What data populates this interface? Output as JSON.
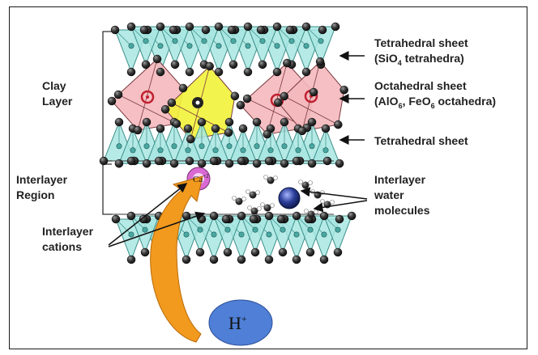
{
  "labels": {
    "clay_layer": [
      "Clay",
      "Layer"
    ],
    "interlayer_region": [
      "Interlayer",
      "Region"
    ],
    "interlayer_cations": [
      "Interlayer",
      "cations"
    ],
    "tetrahedral_top": [
      "Tetrahedral sheet",
      "(SiO",
      "4",
      " tetrahedra)"
    ],
    "octahedral": [
      "Octahedral sheet",
      "(AlO",
      "6",
      ", FeO",
      "6",
      " octahedra)"
    ],
    "tetrahedral_bottom": "Tetrahedral sheet",
    "interlayer_water": [
      "Interlayer",
      "water",
      "molecules"
    ],
    "ca_ion": "Ca",
    "ca_charge": "+2",
    "proton": "H",
    "proton_charge": "+"
  },
  "colors": {
    "tetrahedra_fill": "#a8e6e2",
    "octahedra_fill": "#f4b8bd",
    "highlight_octahedron": "#f2f23a",
    "arrow_orange": "#f29a1e",
    "proton_ellipse": "#4f7fd6",
    "ca_ion": "#d96ad3",
    "atom": "#2b2b2b",
    "text": "#222222"
  },
  "icons": [
    "oxygen-atom-icon",
    "ca-ion-icon",
    "water-molecule-icon",
    "proton-icon",
    "pointer-arrow-icon",
    "exchange-arrow-icon"
  ]
}
